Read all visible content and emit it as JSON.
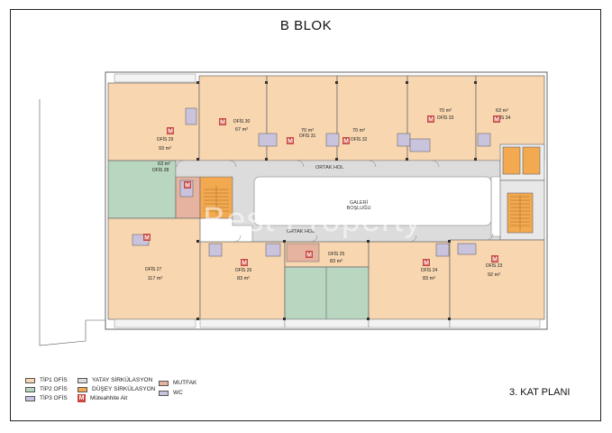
{
  "title": "B BLOK",
  "plan_name": "3. KAT PLANI",
  "watermark": "Best Property",
  "colors": {
    "tip1": "#f7d6b0",
    "tip2": "#b8d6c0",
    "tip3": "#c9c3de",
    "yatay": "#dcdcdc",
    "dusey": "#f3a94f",
    "mutfak": "#e6b3a0",
    "wc": "#c9c3de",
    "mark": "#c9473f"
  },
  "offices": [
    {
      "name": "OFİS 29",
      "area": "93 m²"
    },
    {
      "name": "OFİS 30",
      "area": "67 m²"
    },
    {
      "name": "OFİS 31",
      "area": "70 m²"
    },
    {
      "name": "OFİS 32",
      "area": "70 m²"
    },
    {
      "name": "OFİS 33",
      "area": "70 m²"
    },
    {
      "name": "OFİS 34",
      "area": "63 m²"
    },
    {
      "name": "OFİS 28",
      "area": "63 m²"
    },
    {
      "name": "OFİS 27",
      "area": "117 m²"
    },
    {
      "name": "OFİS 26",
      "area": "83 m²"
    },
    {
      "name": "OFİS 25",
      "area": "83 m²"
    },
    {
      "name": "OFİS 24",
      "area": "83 m²"
    },
    {
      "name": "OFİS 23",
      "area": "92 m²"
    }
  ],
  "corridor_top": "ORTAK HOL",
  "corridor_bottom": "ORTAK HOL",
  "gallery_line1": "GALERİ",
  "gallery_line2": "BOŞLUĞU",
  "mark_letter": "M",
  "legend": [
    {
      "key": "tip1",
      "label": "TİP1 OFİS"
    },
    {
      "key": "tip2",
      "label": "TİP2 OFİS"
    },
    {
      "key": "tip3",
      "label": "TİP3 OFİS"
    },
    {
      "key": "yatay",
      "label": "YATAY SİRKÜLASYON"
    },
    {
      "key": "dusey",
      "label": "DÜŞEY SİRKÜLASYON"
    },
    {
      "key": "mark",
      "label": "Müteahhite Ait"
    },
    {
      "key": "mutfak",
      "label": "MUTFAK"
    },
    {
      "key": "wc",
      "label": "WC"
    }
  ]
}
